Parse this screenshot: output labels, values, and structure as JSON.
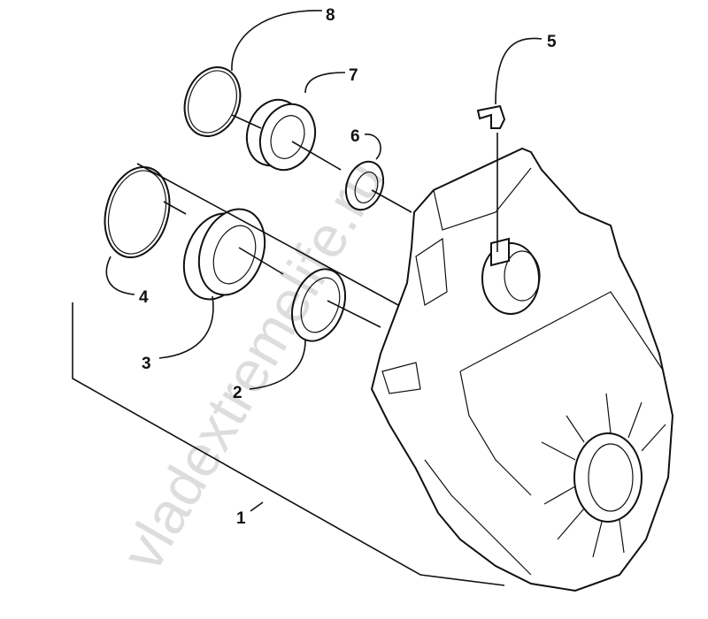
{
  "diagram": {
    "callouts": [
      {
        "number": "1",
        "part": "housing"
      },
      {
        "number": "2",
        "part": "seal"
      },
      {
        "number": "3",
        "part": "bearing"
      },
      {
        "number": "4",
        "part": "snap-ring"
      },
      {
        "number": "5",
        "part": "vent-fitting"
      },
      {
        "number": "6",
        "part": "seal"
      },
      {
        "number": "7",
        "part": "bearing"
      },
      {
        "number": "8",
        "part": "snap-ring"
      }
    ],
    "watermark": "vladextremelife.ru"
  }
}
